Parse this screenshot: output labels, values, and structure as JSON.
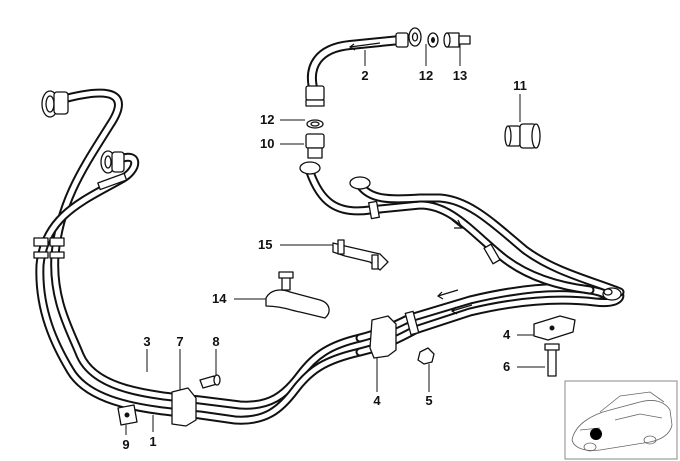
{
  "callouts": [
    {
      "id": "1",
      "label": "1"
    },
    {
      "id": "2",
      "label": "2"
    },
    {
      "id": "3",
      "label": "3"
    },
    {
      "id": "4a",
      "label": "4"
    },
    {
      "id": "4b",
      "label": "4"
    },
    {
      "id": "5",
      "label": "5"
    },
    {
      "id": "6",
      "label": "6"
    },
    {
      "id": "7",
      "label": "7"
    },
    {
      "id": "8",
      "label": "8"
    },
    {
      "id": "9",
      "label": "9"
    },
    {
      "id": "10",
      "label": "10"
    },
    {
      "id": "11",
      "label": "11"
    },
    {
      "id": "12a",
      "label": "12"
    },
    {
      "id": "12b",
      "label": "12"
    },
    {
      "id": "13",
      "label": "13"
    },
    {
      "id": "14",
      "label": "14"
    },
    {
      "id": "15",
      "label": "15"
    }
  ],
  "colors": {
    "line": "#111111",
    "background": "#ffffff",
    "thumbnail_frame": "#888888",
    "location_marker": "#000000"
  },
  "icons": {
    "vehicle_thumbnail": "car-outline-icon",
    "location_marker": "filled-circle-icon"
  }
}
